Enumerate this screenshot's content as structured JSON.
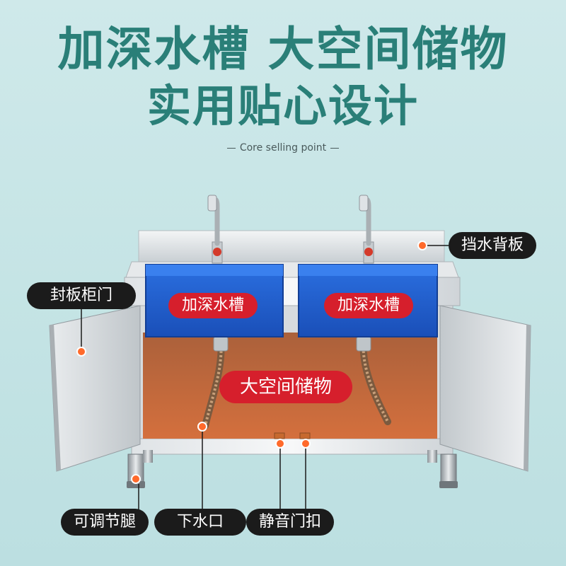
{
  "headline": {
    "line1": "加深水槽 大空间储物",
    "line2": "实用贴心设计",
    "subtitle": "Core selling point"
  },
  "callouts": {
    "backsplash": "挡水背板",
    "door": "封板柜门",
    "legs": "可调节腿",
    "drain": "下水口",
    "latch": "静音门扣"
  },
  "highlights": {
    "sink_left": "加深水槽",
    "sink_right": "加深水槽",
    "storage": "大空间储物"
  },
  "colors": {
    "headline": "#2a7f78",
    "sink_overlay": "#1f5fd6",
    "storage_overlay": "#c05a2a",
    "pill_red": "#d61f2c",
    "pill_dark": "#1b1b1b",
    "marker": "#ff6a2b"
  }
}
